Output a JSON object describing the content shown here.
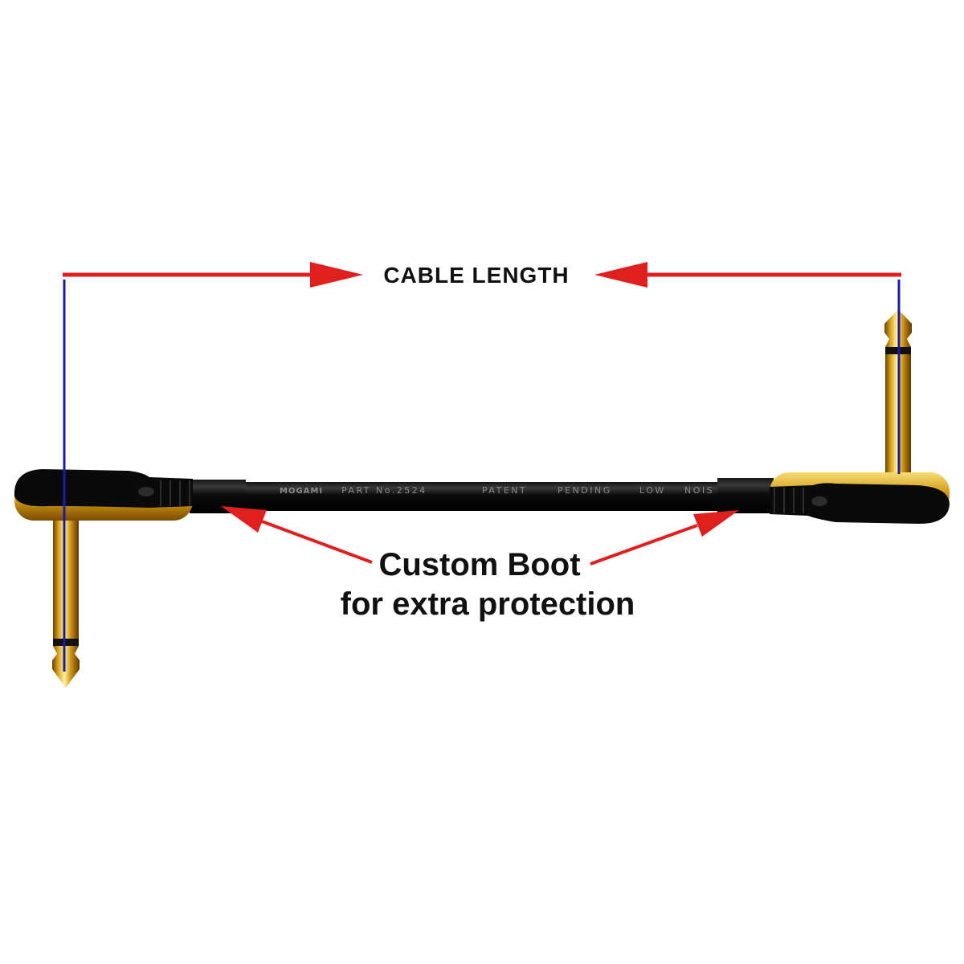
{
  "dimension_label": "CABLE LENGTH",
  "callout": {
    "line1": "Custom Boot",
    "line2": "for extra protection"
  },
  "cable_print": {
    "brand": "MOGAMI",
    "part": "PART No.2524",
    "words": [
      "PATENT",
      "PENDING",
      "LOW",
      "NOIS"
    ]
  },
  "colors": {
    "arrow": "#e01f1f",
    "guide_line": "#1c1ca8",
    "cable": "#0a0a0a",
    "gold": "#d9a520",
    "text": "#111111",
    "background": "#ffffff"
  }
}
